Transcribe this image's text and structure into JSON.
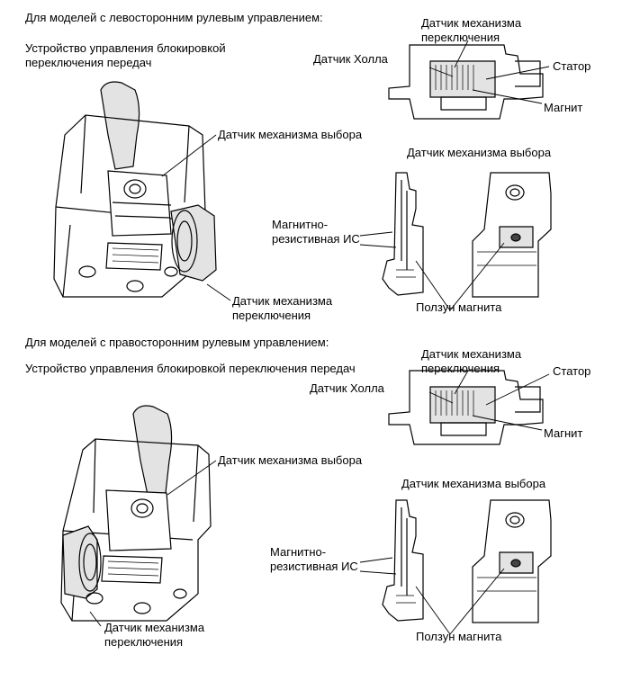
{
  "sections": [
    {
      "heading": "Для моделей с левосторонним рулевым управлением:",
      "unit_label": "Устройство управления блокировкой\nпереключения передач",
      "labels": {
        "shift_sensor_top": "Датчик механизма\nпереключения",
        "stator": "Статор",
        "hall_sensor": "Датчик Холла",
        "magnet": "Магнит",
        "select_sensor_right": "Датчик механизма выбора",
        "select_sensor_left": "Датчик механизма выбора",
        "mr_ic": "Магнитно-\nрезистивная ИС",
        "magnet_slider": "Ползун магнита",
        "shift_sensor_bottom": "Датчик механизма\nпереключения"
      }
    },
    {
      "heading": "Для моделей с правосторонним рулевым управлением:",
      "unit_label": "Устройство управления блокировкой переключения передач",
      "labels": {
        "shift_sensor_top": "Датчик механизма\nпереключения",
        "stator": "Статор",
        "hall_sensor": "Датчик Холла",
        "magnet": "Магнит",
        "select_sensor_right": "Датчик механизма выбора",
        "select_sensor_left": "Датчик механизма выбора",
        "mr_ic": "Магнитно-\nрезистивная ИС",
        "magnet_slider": "Ползун магнита",
        "shift_sensor_bottom": "Датчик механизма\nпереключения"
      }
    }
  ]
}
